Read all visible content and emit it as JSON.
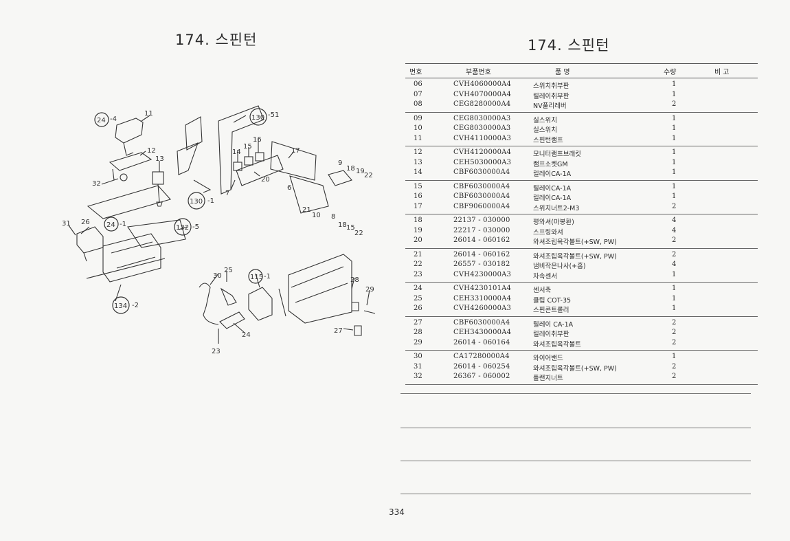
{
  "left_title": "174. 스핀턴",
  "right_title": "174. 스핀턴",
  "page_number": "334",
  "table": {
    "headers": {
      "no": "번호",
      "part_no": "부품번호",
      "name": "품      명",
      "qty": "수량",
      "remarks": "비 고"
    },
    "groups": [
      [
        {
          "no": "06",
          "part_no": "CVH4060000A4",
          "name": "스위치취부판",
          "qty": "1"
        },
        {
          "no": "07",
          "part_no": "CVH4070000A4",
          "name": "릴레이취부판",
          "qty": "1"
        },
        {
          "no": "08",
          "part_no": "CEG8280000A4",
          "name": "NV풀리레버",
          "qty": "2"
        }
      ],
      [
        {
          "no": "09",
          "part_no": "CEG8030000A3",
          "name": "실스위치",
          "qty": "1"
        },
        {
          "no": "10",
          "part_no": "CEG8030000A3",
          "name": "실스위치",
          "qty": "1"
        },
        {
          "no": "11",
          "part_no": "CVH4110000A3",
          "name": "스핀턴램프",
          "qty": "1"
        }
      ],
      [
        {
          "no": "12",
          "part_no": "CVH4120000A4",
          "name": "모니터램프브래킷",
          "qty": "1"
        },
        {
          "no": "13",
          "part_no": "CEH5030000A3",
          "name": "램프소켓GM",
          "qty": "1"
        },
        {
          "no": "14",
          "part_no": "CBF6030000A4",
          "name": "릴레이CA-1A",
          "qty": "1"
        }
      ],
      [
        {
          "no": "15",
          "part_no": "CBF6030000A4",
          "name": "릴레이CA-1A",
          "qty": "1"
        },
        {
          "no": "16",
          "part_no": "CBF6030000A4",
          "name": "릴레이CA-1A",
          "qty": "1"
        },
        {
          "no": "17",
          "part_no": "CBF9060000A4",
          "name": "스위치너트2-M3",
          "qty": "2"
        }
      ],
      [
        {
          "no": "18",
          "part_no": "22137 - 030000",
          "name": "평와셔(마봉환)",
          "qty": "4"
        },
        {
          "no": "19",
          "part_no": "22217 - 030000",
          "name": "스프링와셔",
          "qty": "4"
        },
        {
          "no": "20",
          "part_no": "26014 - 060162",
          "name": "와셔조립육각볼트(+SW, PW)",
          "qty": "2"
        }
      ],
      [
        {
          "no": "21",
          "part_no": "26014 - 060162",
          "name": "와셔조립육각볼트(+SW, PW)",
          "qty": "2"
        },
        {
          "no": "22",
          "part_no": "26557 - 030182",
          "name": "냄비작은나사(+홈)",
          "qty": "4"
        },
        {
          "no": "23",
          "part_no": "CVH4230000A3",
          "name": "차속센서",
          "qty": "1"
        }
      ],
      [
        {
          "no": "24",
          "part_no": "CVH4230101A4",
          "name": "센서축",
          "qty": "1"
        },
        {
          "no": "25",
          "part_no": "CEH3310000A4",
          "name": "클립 COT-35",
          "qty": "1"
        },
        {
          "no": "26",
          "part_no": "CVH4260000A3",
          "name": "스핀콘트롤러",
          "qty": "1"
        }
      ],
      [
        {
          "no": "27",
          "part_no": "CBF6030000A4",
          "name": "릴레이 CA-1A",
          "qty": "2"
        },
        {
          "no": "28",
          "part_no": "CEH3430000A4",
          "name": "릴레이취부판",
          "qty": "2"
        },
        {
          "no": "29",
          "part_no": "26014 - 060164",
          "name": "와셔조립육각볼트",
          "qty": "2"
        }
      ],
      [
        {
          "no": "30",
          "part_no": "CA17280000A4",
          "name": "와이어밴드",
          "qty": "1"
        },
        {
          "no": "31",
          "part_no": "26014 - 060254",
          "name": "와셔조립육각볼트(+SW, PW)",
          "qty": "2"
        },
        {
          "no": "32",
          "part_no": "26367 - 060002",
          "name": "플랜지너트",
          "qty": "2"
        }
      ]
    ]
  },
  "diagram_labels": {
    "c24_4": "24",
    "suffix_4": "-4",
    "l11": "11",
    "l12": "12",
    "l13": "13",
    "l32": "32",
    "c24_1": "24",
    "suffix_1": "-1",
    "l31": "31",
    "l26": "26",
    "c132": "132",
    "suffix_5": "-5",
    "c134": "134",
    "suffix_2": "-2",
    "c130a": "130",
    "suffix_51": "-51",
    "c130b": "130",
    "suffix_1b": "-1",
    "l14": "14",
    "l15": "15",
    "l16": "16",
    "l17": "17",
    "l20": "20",
    "l7": "7",
    "l6": "6",
    "l9": "9",
    "l18a": "18",
    "l19": "19",
    "l22a": "22",
    "l21": "21",
    "l10": "10",
    "l8": "8",
    "l18b": "18",
    "l15b": "15",
    "l22b": "22",
    "l30": "30",
    "l25": "25",
    "c115": "115",
    "suffix_1c": "-1",
    "l28": "28",
    "l29": "29",
    "l27": "27",
    "l24": "24",
    "l23": "23"
  }
}
